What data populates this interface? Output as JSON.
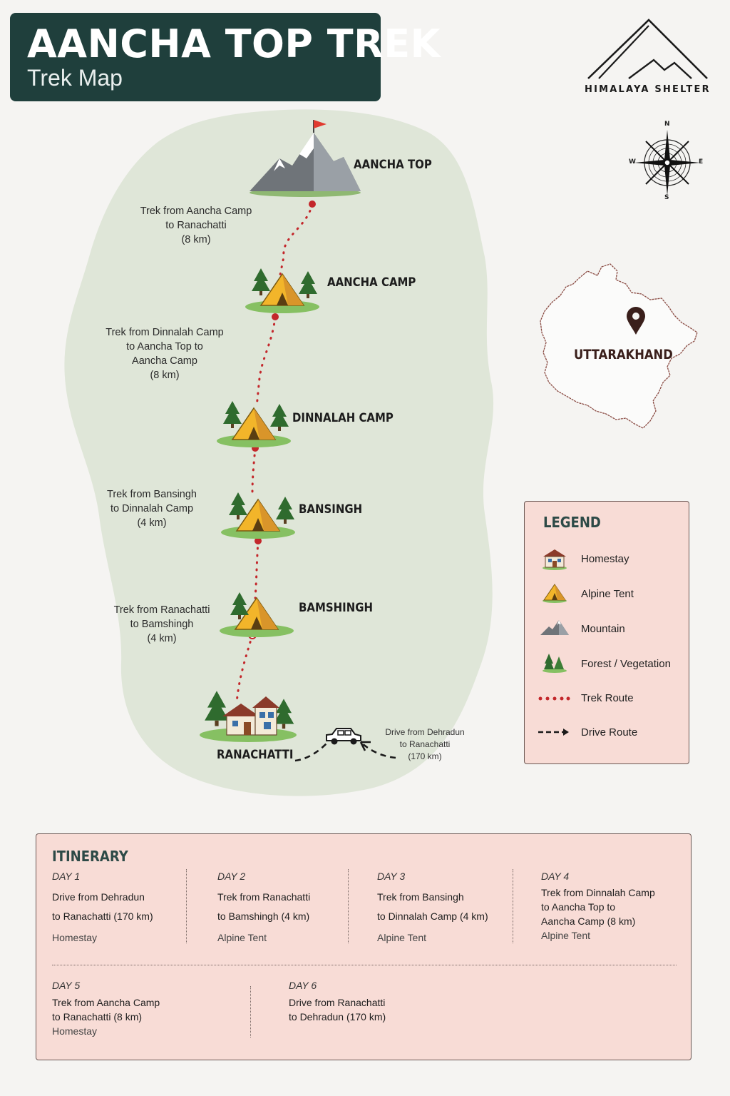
{
  "header": {
    "title": "AANCHA TOP TREK",
    "subtitle": "Trek Map"
  },
  "brand": {
    "name": "HIMALAYA  SHELTER",
    "logo_icon": "mountain-logo-icon"
  },
  "compass": {
    "n": "N",
    "s": "S",
    "e": "E",
    "w": "W"
  },
  "locator": {
    "state": "UTTARAKHAND",
    "pin_icon": "map-pin-icon"
  },
  "map": {
    "stops": [
      {
        "name": "AANCHA TOP",
        "icon": "mountain-icon"
      },
      {
        "name": "AANCHA CAMP",
        "icon": "tent-icon"
      },
      {
        "name": "DINNALAH CAMP",
        "icon": "tent-icon"
      },
      {
        "name": "BANSINGH",
        "icon": "tent-icon"
      },
      {
        "name": "BAMSHINGH",
        "icon": "tent-icon"
      },
      {
        "name": "RANACHATTI",
        "icon": "homestay-icon"
      }
    ],
    "segments": [
      {
        "lines": [
          "Trek from Aancha Camp",
          "to Ranachatti",
          "(8 km)"
        ]
      },
      {
        "lines": [
          "Trek from Dinnalah Camp",
          "to Aancha Top to",
          "Aancha Camp",
          "(8 km)"
        ]
      },
      {
        "lines": [
          "Trek from Bansingh",
          "to Dinnalah Camp",
          "(4 km)"
        ]
      },
      {
        "lines": [
          "Trek from Ranachatti",
          "to Bamshingh",
          "(4 km)"
        ]
      }
    ],
    "drive": {
      "lines": [
        "Drive from Dehradun",
        "to Ranachatti",
        "(170 km)"
      ],
      "icon": "car-icon"
    },
    "colors": {
      "land": "#dfe6d8",
      "route": "#c3272b",
      "flag": "#e03a2f"
    }
  },
  "legend": {
    "title": "LEGEND",
    "items": [
      {
        "label": "Homestay",
        "icon": "homestay-icon"
      },
      {
        "label": "Alpine Tent",
        "icon": "tent-icon"
      },
      {
        "label": "Mountain",
        "icon": "mountain-icon"
      },
      {
        "label": "Forest / Vegetation",
        "icon": "forest-icon"
      },
      {
        "label": "Trek Route",
        "icon": "trek-route-icon"
      },
      {
        "label": "Drive Route",
        "icon": "drive-route-icon"
      }
    ]
  },
  "itinerary": {
    "title": "ITINERARY",
    "days": [
      {
        "day": "DAY 1",
        "lines": [
          "Drive from Dehradun",
          "to Ranachatti (170 km)"
        ],
        "stay": "Homestay"
      },
      {
        "day": "DAY 2",
        "lines": [
          "Trek from Ranachatti",
          "to Bamshingh (4 km)"
        ],
        "stay": "Alpine Tent"
      },
      {
        "day": "DAY 3",
        "lines": [
          "Trek from Bansingh",
          "to Dinnalah Camp (4 km)"
        ],
        "stay": "Alpine Tent"
      },
      {
        "day": "DAY 4",
        "lines": [
          "Trek from Dinnalah Camp",
          "to Aancha Top to",
          "Aancha Camp (8 km)"
        ],
        "stay": "Alpine Tent"
      },
      {
        "day": "DAY 5",
        "lines": [
          "Trek from Aancha Camp",
          "to Ranachatti (8 km)"
        ],
        "stay": "Homestay"
      },
      {
        "day": "DAY 6",
        "lines": [
          "Drive from Ranachatti",
          "to Dehradun (170 km)"
        ],
        "stay": ""
      }
    ]
  }
}
